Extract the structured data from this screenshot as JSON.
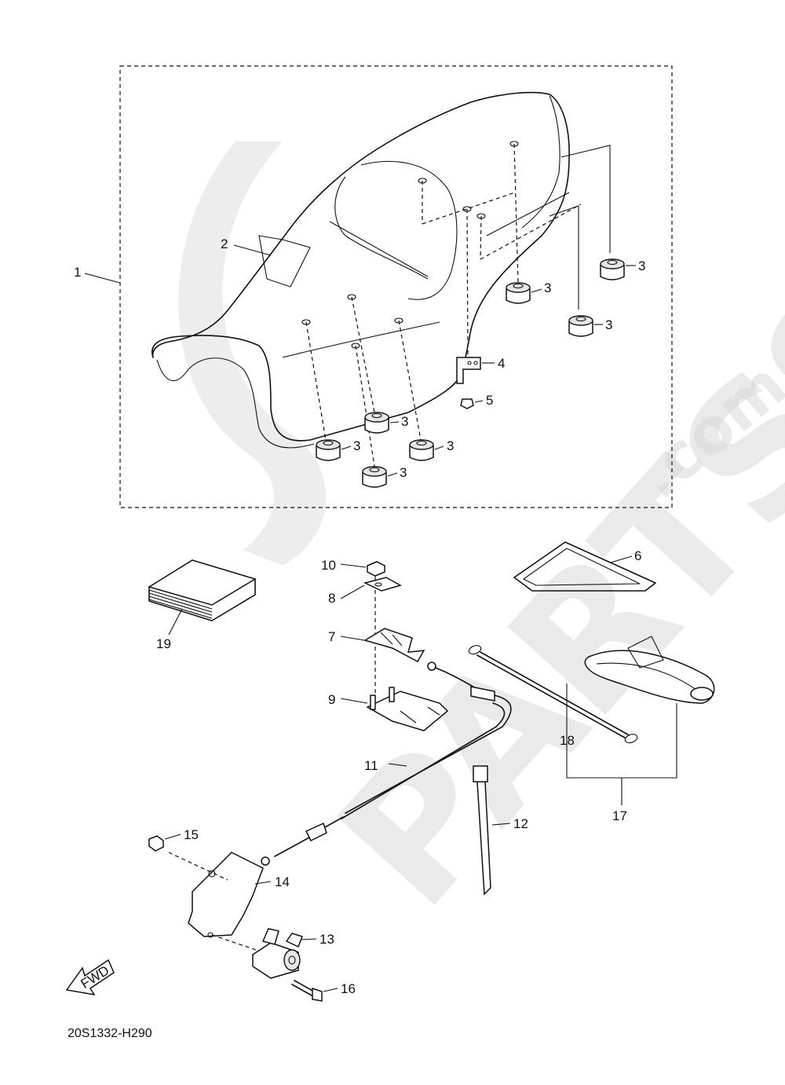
{
  "diagram": {
    "callouts": {
      "c1": "1",
      "c2": "2",
      "c3a": "3",
      "c3b": "3",
      "c3c": "3",
      "c3d": "3",
      "c3e": "3",
      "c3f": "3",
      "c3g": "3",
      "c4": "4",
      "c5": "5",
      "c6": "6",
      "c7": "7",
      "c8": "8",
      "c9": "9",
      "c10": "10",
      "c11": "11",
      "c12": "12",
      "c13": "13",
      "c14": "14",
      "c15": "15",
      "c16": "16",
      "c17": "17",
      "c18": "18",
      "c19": "19"
    },
    "fwd_label": "FWD",
    "diagram_code": "20S1332-H290",
    "watermark": {
      "main": "PARTSS",
      "suffix": ".com"
    }
  }
}
